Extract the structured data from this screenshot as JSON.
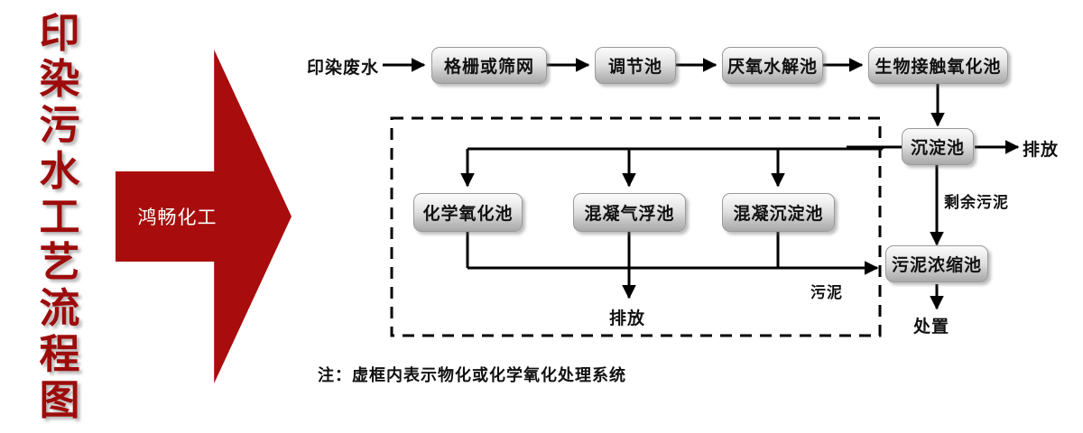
{
  "title_vertical": {
    "text": "印染污水工艺流程图",
    "chars": [
      "印",
      "染",
      "污",
      "水",
      "工",
      "艺",
      "流",
      "程",
      "图"
    ],
    "color": "#9e0b0b"
  },
  "brand": {
    "label": "鸿畅化工",
    "color": "#a80c0c",
    "text_color": "#ffffff"
  },
  "diagram": {
    "note": "注：虚框内表示物化或化学氧化处理系统",
    "dashed_region_meaning": "物化或化学氧化处理系统",
    "inlet_label": "印染废水",
    "nodes": [
      {
        "id": "grid",
        "label": "格栅或筛网"
      },
      {
        "id": "equalize",
        "label": "调节池"
      },
      {
        "id": "anaerobic",
        "label": "厌氧水解池"
      },
      {
        "id": "biocontact",
        "label": "生物接触氧化池"
      },
      {
        "id": "sediment",
        "label": "沉淀池"
      },
      {
        "id": "chemox",
        "label": "化学氧化池"
      },
      {
        "id": "coagfloat",
        "label": "混凝气浮池"
      },
      {
        "id": "coagsettle",
        "label": "混凝沉淀池"
      },
      {
        "id": "sludgethick",
        "label": "污泥浓缩池"
      }
    ],
    "terminals": [
      {
        "id": "discharge-right",
        "label": "排放"
      },
      {
        "id": "discharge-bottom",
        "label": "排放"
      },
      {
        "id": "disposal",
        "label": "处置"
      }
    ],
    "edge_labels": [
      {
        "id": "excess-sludge",
        "label": "剩余污泥"
      },
      {
        "id": "sludge",
        "label": "污泥"
      }
    ]
  }
}
